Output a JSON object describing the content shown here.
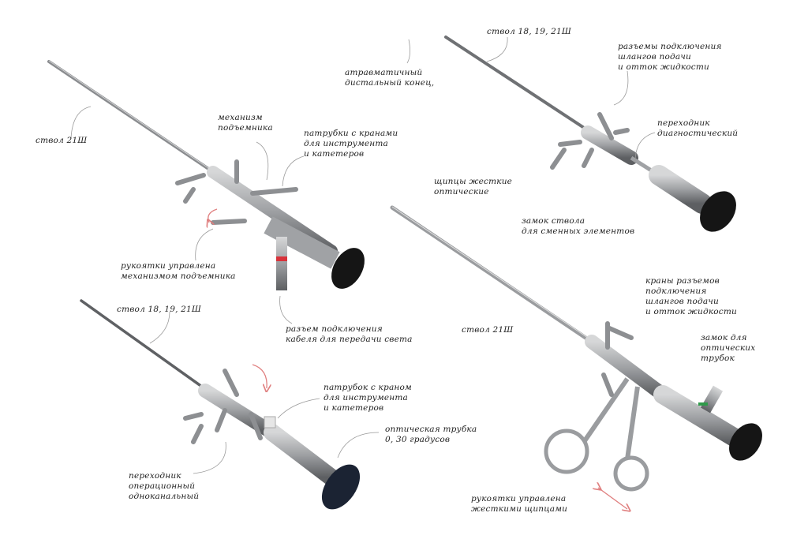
{
  "colors": {
    "metal": "#a9abad",
    "metal_dark": "#6e7073",
    "eyepiece": "#151515",
    "eyepiece_blue": "#1b2333",
    "accent_arrow": "#e08080",
    "ring_red": "#d8323a",
    "ring_green": "#2f9a4a",
    "leader": "#9a9a9a"
  },
  "labels": {
    "l1": [
      "ствол 21Ш"
    ],
    "l2": [
      "механизм",
      "подъемника"
    ],
    "l3": [
      "патрубки с кранами",
      "для инструмента",
      "и катетеров"
    ],
    "l4": [
      "рукоятки управлена",
      "механизмом подъемника"
    ],
    "l5": [
      "разъем подключения",
      "кабеля для передачи света"
    ],
    "l6": [
      "ствол 18, 19, 21Ш"
    ],
    "l7": [
      "патрубок с краном",
      "для инструмента",
      "и катетеров"
    ],
    "l8": [
      "оптическая трубка",
      "0, 30 градусов"
    ],
    "l9": [
      "переходник",
      "операционный",
      "одноканальный"
    ],
    "l10": [
      "ствол 18, 19, 21Ш"
    ],
    "l11": [
      "атравматичный",
      "дистальный конец,"
    ],
    "l12": [
      "разъемы подключения",
      "шлангов подачи",
      "и отток жидкости"
    ],
    "l13": [
      "переходник",
      "диагностический"
    ],
    "l14": [
      "щипцы жесткие",
      "оптические"
    ],
    "l15": [
      "замок ствола",
      "для сменных элементов"
    ],
    "l16": [
      "краны разъемов",
      "подключения",
      "шлангов подачи",
      "и отток жидкости"
    ],
    "l17": [
      "ствол 21Ш"
    ],
    "l18": [
      "замок для",
      "оптических",
      "трубок"
    ],
    "l19": [
      "рукоятки управлена",
      "жесткими щипцами"
    ]
  }
}
